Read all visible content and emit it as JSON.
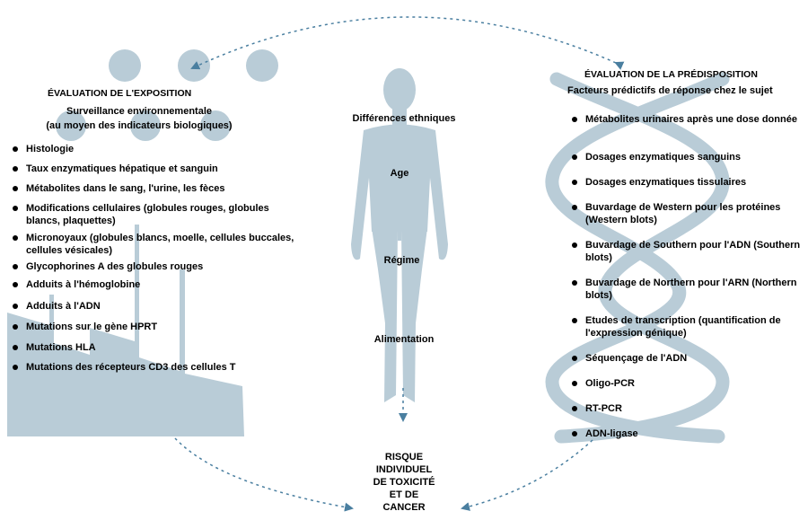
{
  "exposure": {
    "title": "ÉVALUATION DE L'EXPOSITION",
    "subtitle_line1": "Surveillance environnementale",
    "subtitle_line2": "(au moyen des indicateurs biologiques)",
    "items": [
      "Histologie",
      "Taux enzymatiques hépatique et sanguin",
      "Métabolites dans le sang, l'urine, les fèces",
      "Modifications cellulaires (globules rouges, globules blancs, plaquettes)",
      "Micronoyaux (globules blancs, moelle, cellules buccales, cellules vésicales)",
      "Glycophorines A des globules rouges",
      "Adduits à l'hémoglobine",
      "Adduits à l'ADN",
      "Mutations sur le gène HPRT",
      "Mutations HLA",
      "Mutations des récepteurs CD3 des cellules T"
    ]
  },
  "center": {
    "factors": [
      "Différences ethniques",
      "Age",
      "Régime",
      "Alimentation"
    ],
    "risk_lines": [
      "RISQUE",
      "INDIVIDUEL",
      "DE TOXICITÉ",
      "ET DE",
      "CANCER"
    ]
  },
  "predisposition": {
    "title": "ÉVALUATION DE LA PRÉDISPOSITION",
    "subtitle": "Facteurs prédictifs de réponse chez le sujet",
    "items": [
      "Métabolites urinaires après une dose donnée",
      "Dosages enzymatiques sanguins",
      "Dosages enzymatiques tissulaires",
      "Buvardage de Western pour les protéines (Western blots)",
      "Buvardage de Southern pour l'ADN (Southern blots)",
      "Buvardage de Northern pour l'ARN (Northern blots)",
      "Etudes de transcription (quantification de l'expression génique)",
      "Séquençage de l'ADN",
      "Oligo-PCR",
      "RT-PCR",
      "ADN-ligase"
    ]
  },
  "colors": {
    "shape_fill": "#b9ccd7",
    "arrow": "#4a7fa0"
  }
}
